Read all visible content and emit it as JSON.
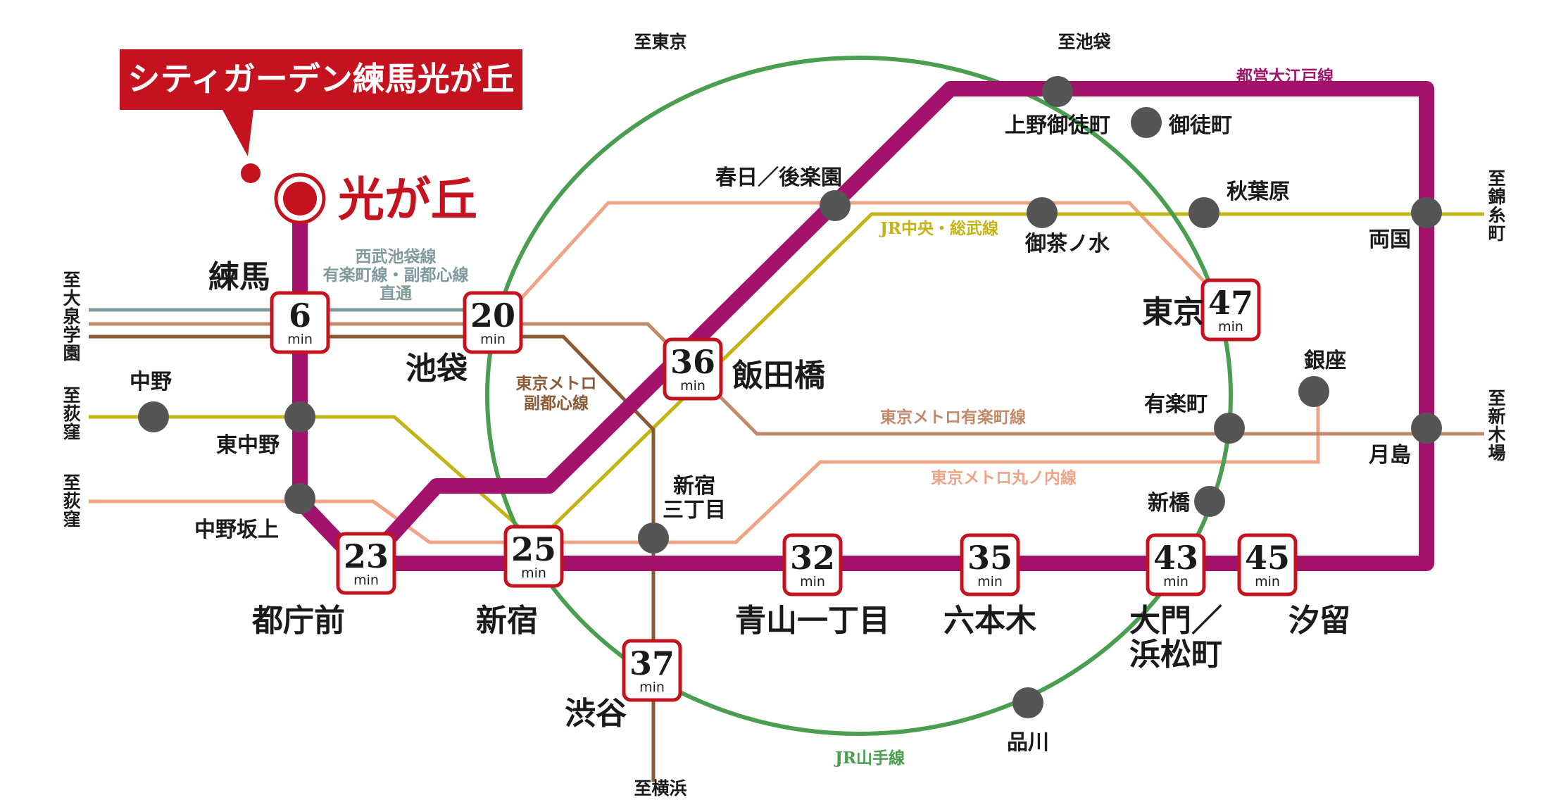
{
  "colors": {
    "oedo": "#a3136c",
    "yamanote": "#4a9e4f",
    "chuo_sobu": "#c3b315",
    "seibu": "#7f9a9a",
    "yurakucho": "#c3896b",
    "fukutoshin": "#8a5a33",
    "marunouchi": "#f0a487",
    "accent_red": "#c4121f",
    "station_gray": "#555555"
  },
  "callout": {
    "label": "シティガーデン練馬光が丘"
  },
  "home_station": {
    "label": "光が丘"
  },
  "timed_stations": [
    {
      "key": "nerima",
      "name": "練馬",
      "minutes": "6"
    },
    {
      "key": "ikebukuro",
      "name": "池袋",
      "minutes": "20"
    },
    {
      "key": "iidabashi",
      "name": "飯田橋",
      "minutes": "36"
    },
    {
      "key": "tochomae",
      "name": "都庁前",
      "minutes": "23"
    },
    {
      "key": "shinjuku",
      "name": "新宿",
      "minutes": "25"
    },
    {
      "key": "aoyama",
      "name": "青山一丁目",
      "minutes": "32"
    },
    {
      "key": "roppongi",
      "name": "六本木",
      "minutes": "35"
    },
    {
      "key": "daimon",
      "name": "大門／浜松町",
      "minutes": "43"
    },
    {
      "key": "shiodome",
      "name": "汐留",
      "minutes": "45"
    },
    {
      "key": "shibuya",
      "name": "渋谷",
      "minutes": "37"
    },
    {
      "key": "tokyo",
      "name": "東京",
      "minutes": "47"
    }
  ],
  "min_unit": "min",
  "stations": [
    {
      "key": "nakano",
      "name": "中野"
    },
    {
      "key": "higashinakano",
      "name": "東中野"
    },
    {
      "key": "nakanosakaue",
      "name": "中野坂上"
    },
    {
      "key": "ueno_okachimachi",
      "name": "上野御徒町"
    },
    {
      "key": "okachimachi",
      "name": "御徒町"
    },
    {
      "key": "kasuga",
      "name": "春日／後楽園"
    },
    {
      "key": "ochanomizu",
      "name": "御茶ノ水"
    },
    {
      "key": "akihabara",
      "name": "秋葉原"
    },
    {
      "key": "ryogoku",
      "name": "両国"
    },
    {
      "key": "ginza",
      "name": "銀座"
    },
    {
      "key": "yurakucho_st",
      "name": "有楽町"
    },
    {
      "key": "tsukishima",
      "name": "月島"
    },
    {
      "key": "shinbashi",
      "name": "新橋"
    },
    {
      "key": "shinjuku3",
      "name": "新宿三丁目"
    },
    {
      "key": "shinagawa",
      "name": "品川"
    }
  ],
  "line_labels": {
    "seibu": "西武池袋線",
    "seibu_2": "有楽町線・副都心線",
    "seibu_3": "直通",
    "chuo_sobu": "JR中央・総武線",
    "oedo": "都営大江戸線",
    "fukutoshin": "東京メトロ",
    "fukutoshin_2": "副都心線",
    "yurakucho": "東京メトロ有楽町線",
    "marunouchi": "東京メトロ丸ノ内線",
    "yamanote": "JR山手線"
  },
  "directions": {
    "to_tokyo": "至東京",
    "to_ikebukuro": "至池袋",
    "to_oizumi": "至大泉学園",
    "to_ogikubo_1": "至荻窪",
    "to_ogikubo_2": "至荻窪",
    "to_kinshicho": "至錦糸町",
    "to_shinkiba": "至新木場",
    "to_yokohama": "至横浜"
  }
}
